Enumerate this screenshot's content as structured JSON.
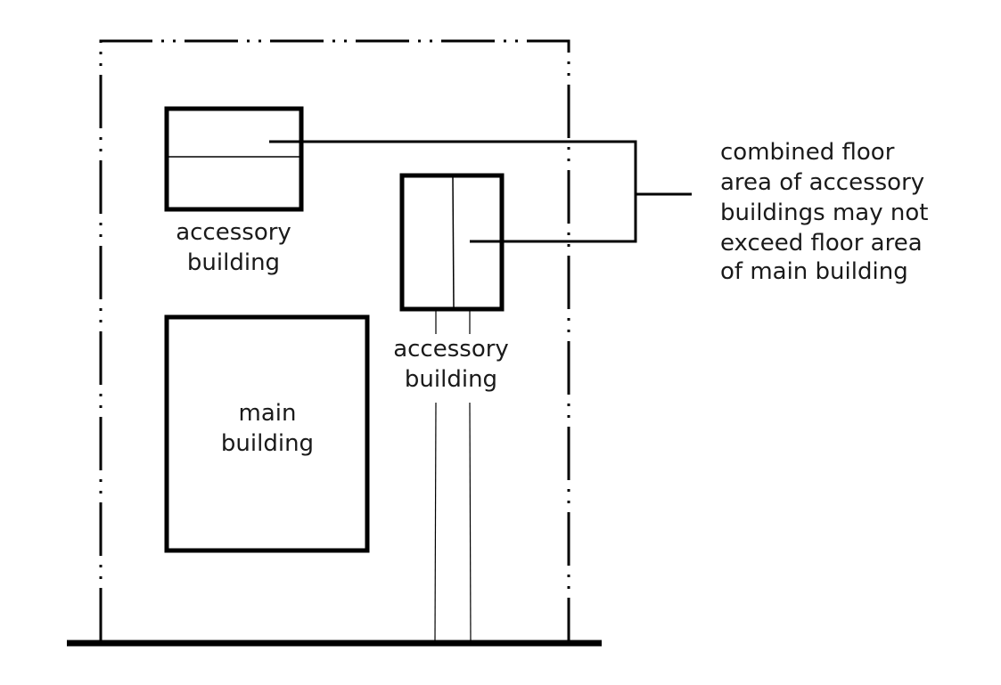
{
  "labels": {
    "accessory_1": [
      "accessory",
      "building"
    ],
    "accessory_2": [
      "accessory",
      "building"
    ],
    "main": [
      "main",
      "building"
    ]
  },
  "note": [
    "combined floor",
    "area of accessory",
    "buildings may not",
    "exceed floor area",
    "of main building"
  ],
  "colors": {
    "ink": "#000000",
    "background": "#ffffff"
  }
}
